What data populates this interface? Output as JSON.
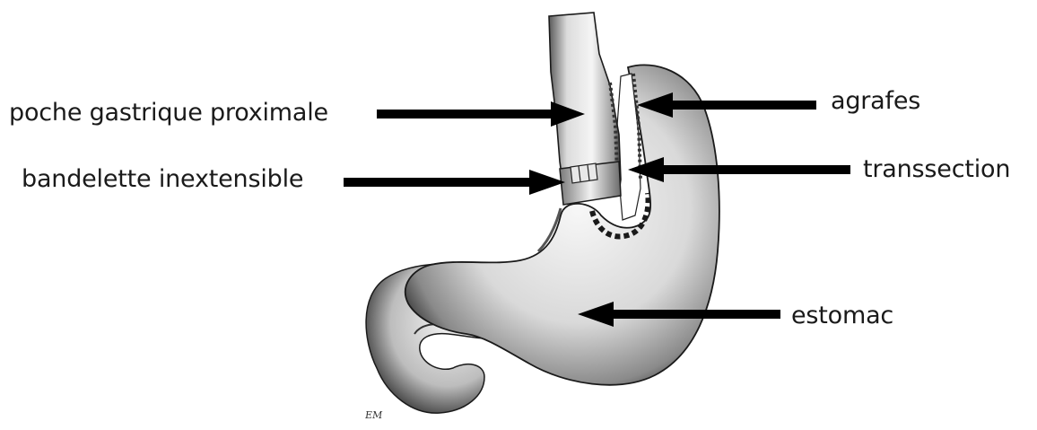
{
  "diagram": {
    "labels": {
      "proximal_pouch": "poche gastrique proximale",
      "band": "bandelette inextensible",
      "staples": "agrafes",
      "transection": "transsection",
      "stomach": "estomac"
    },
    "signature": "EM",
    "colors": {
      "text": "#1a1a1a",
      "arrow": "#000000",
      "organ_light": "#f4f4f4",
      "organ_dark": "#2a2a2a"
    }
  }
}
